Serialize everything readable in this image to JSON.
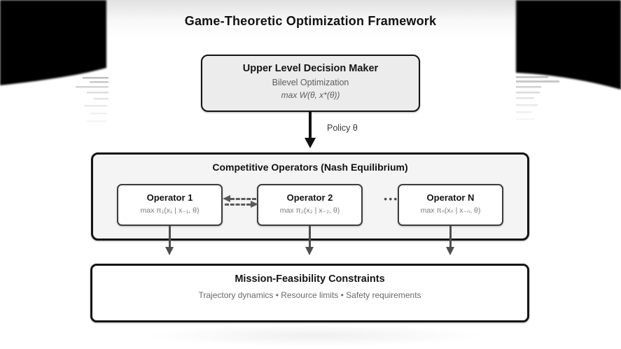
{
  "page": {
    "title": "Game-Theoretic Optimization Framework"
  },
  "upper_box": {
    "title": "Upper Level Decision Maker",
    "subtitle": "Bilevel Optimization",
    "formula": "max W(θ, x*(θ))"
  },
  "policy_arrow": {
    "label": "Policy θ"
  },
  "operators_container": {
    "title": "Competitive Operators (Nash Equilibrium)",
    "operators": [
      {
        "name": "Operator 1",
        "formula": "max π₁(x₁ | x₋₁, θ)"
      },
      {
        "name": "Operator 2",
        "formula": "max π₂(x₂ | x₋₂, θ)"
      },
      {
        "name": "Operator N",
        "formula": "max πₙ(xₙ | x₋ₙ, θ)"
      }
    ],
    "ellipsis": "•••"
  },
  "constraints_box": {
    "title": "Mission-Feasibility Constraints",
    "subtitle": "Trajectory dynamics • Resource limits • Safety requirements"
  },
  "colors": {
    "outer_border": "#141414",
    "operator_border": "#3d3d3d",
    "upper_fill": "#ececec",
    "container_fill": "#f4f4f4",
    "secondary_text": "#5d5d5d",
    "arrow_gray": "#4f4f4f",
    "arrow_black": "#111111"
  }
}
